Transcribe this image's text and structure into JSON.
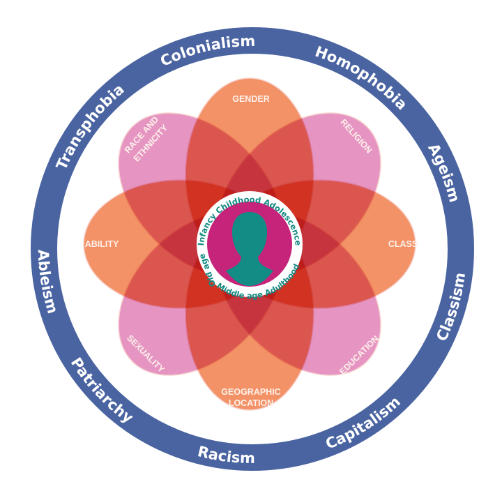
{
  "colors": {
    "ring": "#4a64a1",
    "cardinal_petal": "#f07a46",
    "diagonal_petal": "#e283b8",
    "center": "#c6247a",
    "head": "#128c85",
    "petal_stroke": "#f7d3cf"
  },
  "outer_ring": {
    "top": [
      "Transphobia",
      "Colonialism",
      "Homophobia",
      "Ageism"
    ],
    "bottom": [
      "Ableism",
      "Patriarchy",
      "Racism",
      "Capitalism",
      "Classism"
    ]
  },
  "petals": {
    "gender": "GENDER",
    "religion": "RELIGION",
    "class": "CLASS",
    "education": "EDUCATION",
    "geographic_1": "GEOGRAPHIC",
    "geographic_2": "LOCATION",
    "sexuality": "SEXUALITY",
    "ability": "ABILITY",
    "race_1": "RACE AND",
    "race_2": "ETHNICITY"
  },
  "life_stages": {
    "top": "Infancy Childhood Adolescence",
    "bottom_left": "Old age",
    "bottom": "Middle age Adulthood"
  },
  "icons": {
    "center": "person-head-silhouette-icon"
  }
}
